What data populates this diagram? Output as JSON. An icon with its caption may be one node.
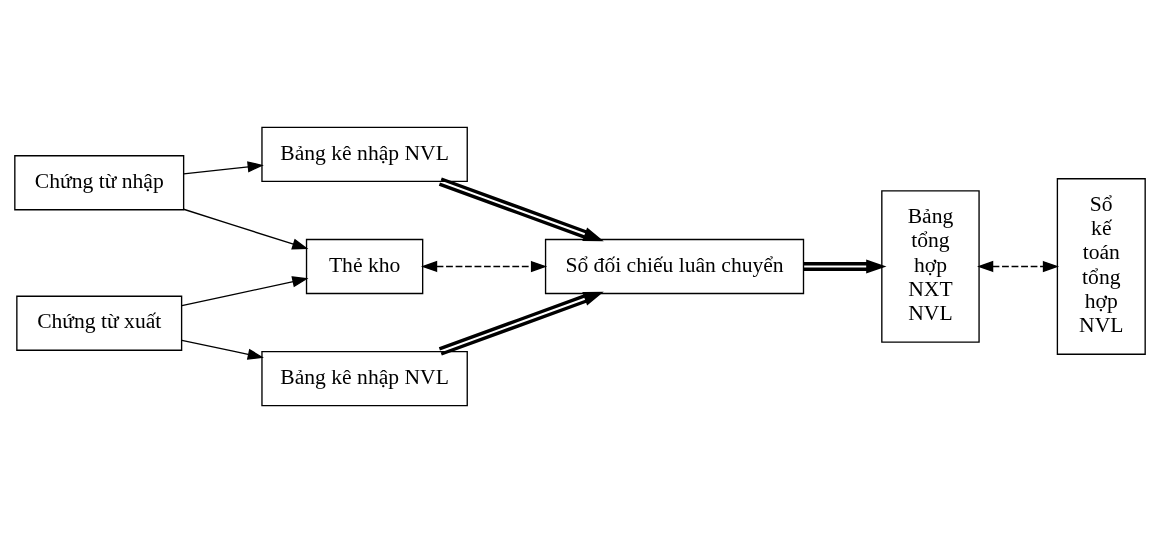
{
  "diagram": {
    "nodes": [
      {
        "text": [
          "Chứng từ nhập"
        ]
      },
      {
        "text": [
          "Bảng kê nhập NVL"
        ]
      },
      {
        "text": [
          "Thẻ kho"
        ]
      },
      {
        "text": [
          "Sổ đối chiếu luân chuyển"
        ]
      },
      {
        "text": [
          "Bảng tổng hợp NXT NVL"
        ]
      },
      {
        "text": [
          "Sổ kế toán tổng hợp NVL"
        ]
      },
      {
        "text": [
          "Chứng từ xuất"
        ]
      },
      {
        "text": [
          "Bảng kê nhập NVL"
        ]
      }
    ],
    "edges": [
      {
        "from": 0,
        "to": 1,
        "arrow": "to"
      },
      {
        "from": 0,
        "to": 2,
        "arrow": "to"
      },
      {
        "from": 6,
        "to": 2,
        "arrow": "to"
      },
      {
        "from": 6,
        "to": 7,
        "arrow": "to"
      },
      {
        "from": 1,
        "to": 3,
        "arrow": "to",
        "style": "thick"
      },
      {
        "from": 7,
        "to": 3,
        "arrow": "to",
        "style": "thick"
      },
      {
        "from": 2,
        "to": 3,
        "arrow": "both",
        "style": "dashed"
      },
      {
        "from": 3,
        "to": 4,
        "arrow": "to",
        "style": "thick"
      },
      {
        "from": 4,
        "to": 5,
        "arrow": "both",
        "style": "dashed"
      }
    ]
  }
}
